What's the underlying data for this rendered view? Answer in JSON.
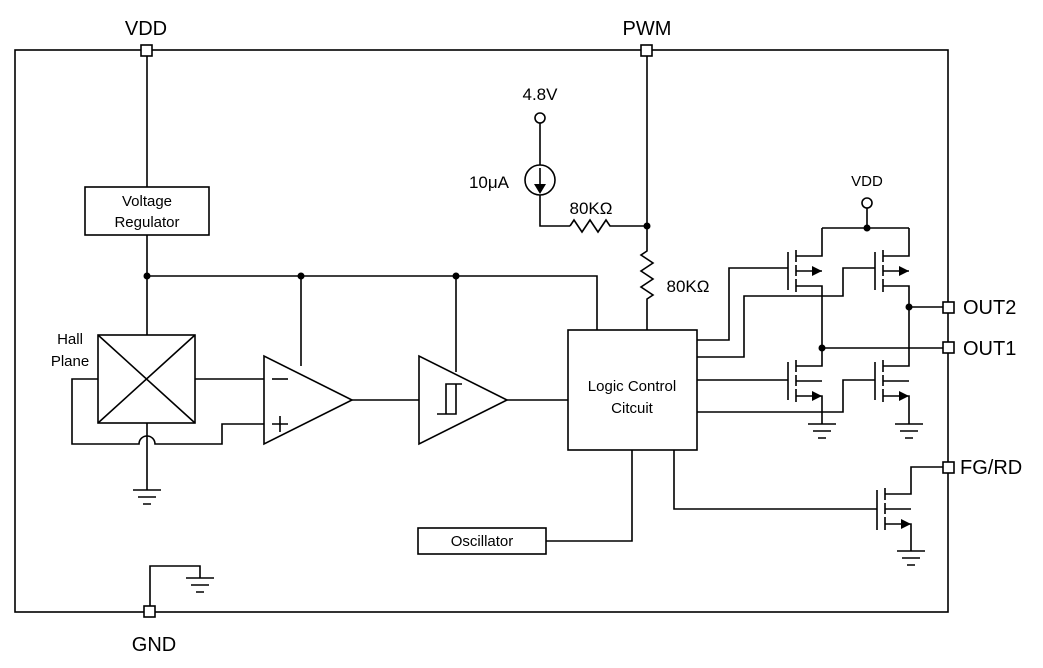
{
  "pins": {
    "vdd": "VDD",
    "pwm": "PWM",
    "gnd": "GND",
    "out2": "OUT2",
    "out1": "OUT1",
    "fg_rd": "FG/RD"
  },
  "blocks": {
    "voltage_regulator": [
      "Voltage",
      "Regulator"
    ],
    "hall_plane": [
      "Hall",
      "Plane"
    ],
    "logic_control": [
      "Logic Control",
      "Citcuit"
    ],
    "oscillator": "Oscillator"
  },
  "labels": {
    "supply_4v8": "4.8V",
    "current_source": "10μA",
    "resistor_horizontal": "80KΩ",
    "resistor_vertical": "80KΩ",
    "bridge_vdd": "VDD"
  }
}
